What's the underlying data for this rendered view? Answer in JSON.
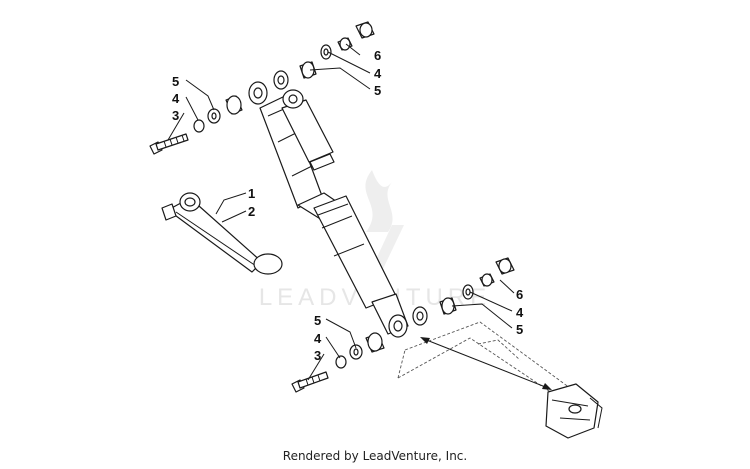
{
  "watermark": {
    "text": "LEADVENTURE"
  },
  "footer": {
    "credit": "Rendered by LeadVenture, Inc."
  },
  "callouts": {
    "top_left": {
      "c5": "5",
      "c4": "4",
      "c3": "3"
    },
    "top_right": {
      "c6": "6",
      "c4": "4",
      "c5": "5"
    },
    "gauge": {
      "c1": "1",
      "c2": "2"
    },
    "bottom_right": {
      "c6": "6",
      "c4": "4",
      "c5": "5"
    },
    "bottom_left": {
      "c5": "5",
      "c4": "4",
      "c3": "3"
    }
  },
  "colors": {
    "ink": "#1a1a1a",
    "watermark": "#e6e6e6",
    "background": "#ffffff"
  }
}
